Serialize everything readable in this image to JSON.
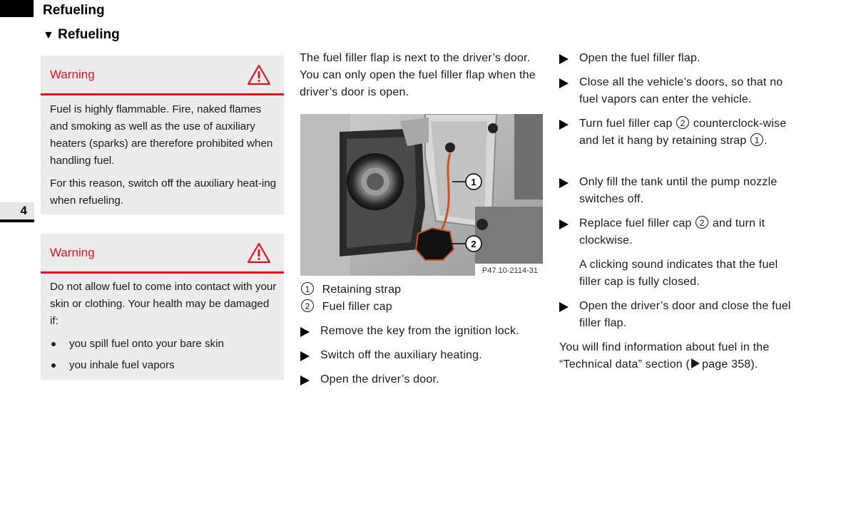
{
  "header": {
    "section_title": "Refueling",
    "subsection_title": "Refueling",
    "subsection_marker": "▼",
    "chapter_number": "4"
  },
  "warnings": [
    {
      "title": "Warning",
      "paragraphs": [
        "Fuel is highly flammable. Fire, naked flames and smoking as well as the use of auxiliary heaters (sparks) are therefore prohibited when handling fuel.",
        "For this reason, switch off the auxiliary heat-ing when refueling."
      ]
    },
    {
      "title": "Warning",
      "paragraphs": [
        "Do not allow fuel to come into contact with your skin or clothing. Your health may be damaged if:"
      ],
      "bullets": [
        "you spill fuel onto your bare skin",
        "you inhale fuel vapors"
      ]
    }
  ],
  "middle": {
    "intro": "The fuel filler flap is next to the driver’s door. You can only open the fuel filler flap when the driver’s door is open.",
    "figure_code": "P47.10-2114-31",
    "callouts": [
      "1",
      "2"
    ],
    "legend": [
      {
        "num": "1",
        "label": "Retaining strap"
      },
      {
        "num": "2",
        "label": "Fuel filler cap"
      }
    ],
    "steps": [
      "Remove the key from the ignition lock.",
      "Switch off the auxiliary heating.",
      "Open the driver’s door."
    ]
  },
  "right": {
    "steps": [
      {
        "text": "Open the fuel filler flap."
      },
      {
        "text": "Close all the vehicle’s doors, so that no fuel vapors can enter the vehicle."
      },
      {
        "pre": "Turn fuel filler cap",
        "ref1": "2",
        "mid": "counterclock-wise and let it hang by retaining strap",
        "ref2": "1",
        "post": "."
      },
      {
        "text": "Only fill the tank until the pump nozzle switches off."
      },
      {
        "pre": "Replace fuel filler cap",
        "ref1": "2",
        "mid": "and turn it clockwise."
      },
      {
        "text": "Open the driver’s door and close the fuel filler flap."
      }
    ],
    "note": "A clicking sound indicates that the fuel filler cap is fully closed.",
    "footer_pre": "You will find information about fuel in the “Technical data” section (",
    "footer_page_ref": "page 358",
    "footer_post": ")."
  }
}
